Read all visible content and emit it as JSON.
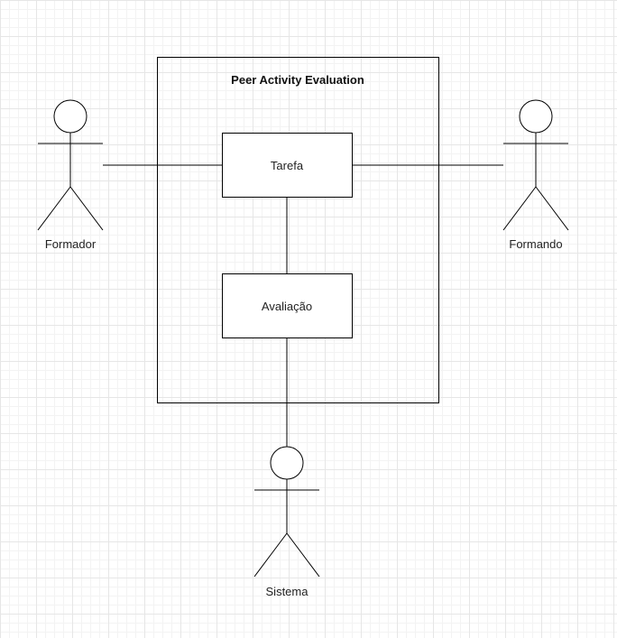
{
  "diagram": {
    "system_title": "Peer Activity Evaluation",
    "use_cases": {
      "tarefa": "Tarefa",
      "avaliacao": "Avaliação"
    },
    "actors": {
      "formador": "Formador",
      "formando": "Formando",
      "sistema": "Sistema"
    },
    "colors": {
      "stroke": "#000000",
      "fill": "#ffffff",
      "grid": "#e6e6e6"
    }
  }
}
